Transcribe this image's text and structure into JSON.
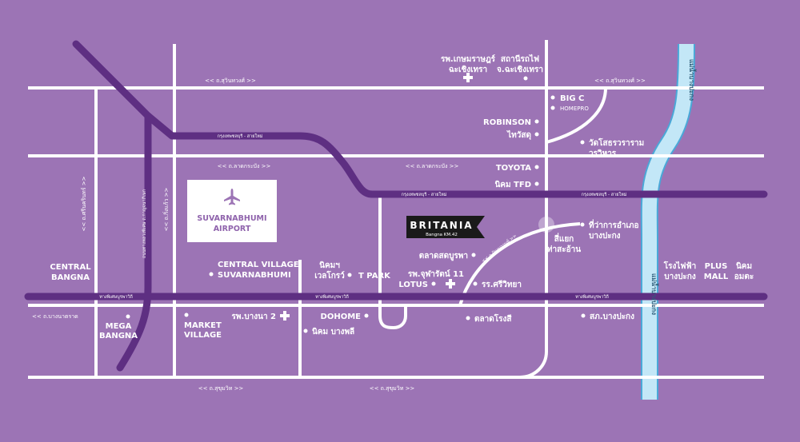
{
  "colors": {
    "background": "#9c74b5",
    "road": "#ffffff",
    "expressway": "#5e2f82",
    "river": "#c3e7f7",
    "river_border": "#4aa8d8",
    "brand": "#1a1a1a"
  },
  "brand": {
    "name": "BRITANIA",
    "sub": "Bangna KM.42"
  },
  "airport": {
    "icon": "airplane-icon",
    "line1": "SUVARNABHUMI",
    "line2": "AIRPORT"
  },
  "roads": {
    "sukhumvit_top_left": "<< ถ.สุวินทวงศ์ >>",
    "sukhumvit_top_right": "<< ถ.สุวินทวงศ์ >>",
    "latkrabang_left": "<< ถ.ลาดกระบัง >>",
    "latkrabang_right": "<< ถ.ลาดกระบัง >>",
    "bangna_trad": "<< ถ.บางนาตราด",
    "sukhumvit_bottom_left": "<< ถ.สุขุมวิท >>",
    "sukhumvit_bottom_right": "<< ถ.สุขุมวิท >>",
    "srinakarin": "<< ถ.ศรีนครินทร์ >>",
    "kingkaew": "<< ถ.กิ่งแก้ว >>",
    "bypass_vertical": "ถนนทางหลวงพิเศษ ถ.กาญจนาภิเษก",
    "motorway_top": "กรุงเทพชลบุรี - สายใหม่",
    "motorway_mid_left": "กรุงเทพชลบุรี - สายใหม่",
    "motorway_mid_right": "กรุงเทพชลบุรี - สายใหม่",
    "burapha_left": "ทางพิเศษบูรพาวิถี",
    "burapha_mid": "ทางพิเศษบูรพาวิถี",
    "burapha_right": "ทางพิเศษบูรพาวิถี",
    "diagonal": "<< ถ.ปัญญาวนท์ >>"
  },
  "river": {
    "top": "แม่น้ำบางปะกง",
    "bottom": "แม่น้ำบางปะกง"
  },
  "places": {
    "hospital_top": [
      "รพ.เกษมราษฎร์",
      "ฉะเชิงเทรา"
    ],
    "station": [
      "สถานีรถไฟ",
      "จ.ฉะเชิงเทรา"
    ],
    "bigc": "BIG C",
    "homepro": "HOMEPRO",
    "robinson": "ROBINSON",
    "thaiwatsadu": "ไทวัสดุ",
    "temple": [
      "วัดโสธรวราราม",
      "วรวิหาร"
    ],
    "toyota": "TOYOTA",
    "nikhom_tfd": "นิคม TFD",
    "district_office": [
      "ที่ว่าการอำเภอ",
      "บางปะกง"
    ],
    "junction": [
      "สี่แยก",
      "ท่าสะอ้าน"
    ],
    "talat_burapha": "ตลาดสดบูรพา",
    "hospital_chularat": "รพ.จุฬารัตน์ 11",
    "lotus": "LOTUS",
    "school": "รร.ศรีวิทยา",
    "power_plant": [
      "โรงไฟฟ้า",
      "บางปะกง"
    ],
    "plus_mall": [
      "PLUS",
      "MALL"
    ],
    "nikhom_amata": [
      "นิคม",
      "อมตะ"
    ],
    "central_bangna": [
      "CENTRAL",
      "BANGNA"
    ],
    "mega_bangna": [
      "MEGA",
      "BANGNA"
    ],
    "central_village": [
      "CENTRAL VILLAGE",
      "SUVARNABHUMI"
    ],
    "nikhom_welgrow": [
      "นิคมฯ",
      "เวลโกรว์"
    ],
    "tpark": "T PARK",
    "market_village": [
      "MARKET",
      "VILLAGE"
    ],
    "hospital_bangna2": "รพ.บางนา 2",
    "dohome": "DOHOME",
    "nikhom_bangplee": "นิคม บางพลี",
    "talat_rongsi": "ตลาดโรงสี",
    "police": "สภ.บางปะกง"
  }
}
